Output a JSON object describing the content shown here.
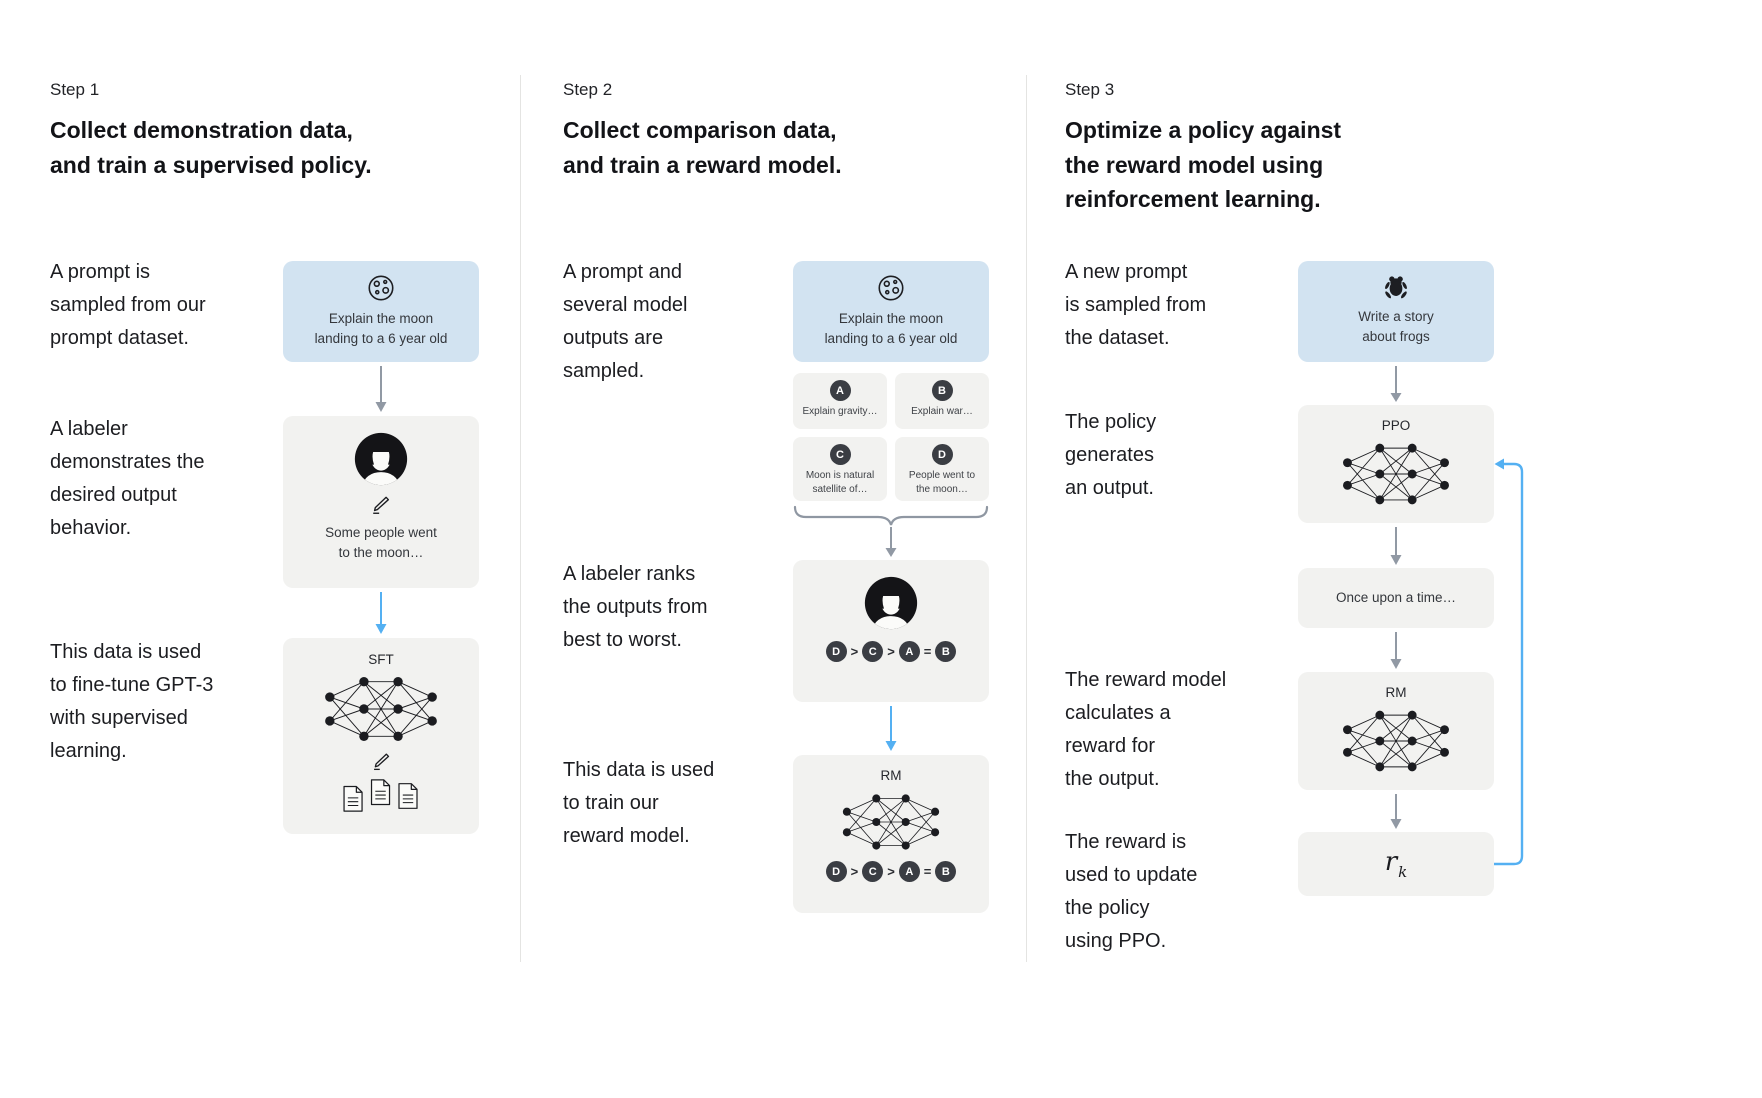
{
  "colors": {
    "background": "#ffffff",
    "prompt_box": "#d2e3f1",
    "gray_box": "#f2f2f0",
    "arrow_gray": "#9199a4",
    "arrow_blue": "#54b0f2",
    "badge": "#3a3d43",
    "divider": "#e4e4e2",
    "text": "#1c1d21"
  },
  "icons": {
    "moon": "moon-icon",
    "frog": "frog-icon",
    "labeler": "labeler-avatar-icon",
    "pencil": "pencil-icon",
    "neural_network": "neural-network-icon",
    "documents": "documents-icon",
    "arrow_down": "arrow-down-icon",
    "brace": "curly-brace-icon",
    "feedback": "feedback-loop-arrow-icon"
  },
  "step1": {
    "label": "Step 1",
    "title": "Collect demonstration data,\nand train a supervised policy.",
    "para_prompt": "A prompt is\nsampled from our\nprompt dataset.",
    "prompt_text": "Explain the moon\nlanding to a 6 year old",
    "para_labeler": "A labeler\ndemonstrates the\ndesired output\nbehavior.",
    "labeler_output": "Some people went\nto the moon…",
    "para_sft": "This data is used\nto fine-tune GPT-3\nwith supervised\nlearning.",
    "sft_label": "SFT"
  },
  "step2": {
    "label": "Step 2",
    "title": "Collect comparison data,\nand train a reward model.",
    "para_prompt": "A prompt and\nseveral model\noutputs are\nsampled.",
    "prompt_text": "Explain the moon\nlanding to a 6 year old",
    "outputs": [
      {
        "letter": "A",
        "text": "Explain gravity…"
      },
      {
        "letter": "B",
        "text": "Explain war…"
      },
      {
        "letter": "C",
        "text": "Moon is natural\nsatellite of…"
      },
      {
        "letter": "D",
        "text": "People went to\nthe moon…"
      }
    ],
    "para_rank": "A labeler ranks\nthe outputs from\nbest to worst.",
    "ranking": [
      "D",
      ">",
      "C",
      ">",
      "A",
      "=",
      "B"
    ],
    "para_rm": "This data is used\nto train our\nreward model.",
    "rm_label": "RM"
  },
  "step3": {
    "label": "Step 3",
    "title": "Optimize a policy against\nthe reward model using\nreinforcement learning.",
    "para_prompt": "A new prompt\nis sampled from\nthe dataset.",
    "prompt_text": "Write a story\nabout frogs",
    "para_policy": "The policy\ngenerates\nan output.",
    "ppo_label": "PPO",
    "output_text": "Once upon a time…",
    "para_reward": "The reward model\ncalculates a\nreward for\nthe output.",
    "rm_label": "RM",
    "para_update": "The reward is\nused to update\nthe policy\nusing PPO.",
    "reward_symbol": "r",
    "reward_subscript": "k"
  }
}
